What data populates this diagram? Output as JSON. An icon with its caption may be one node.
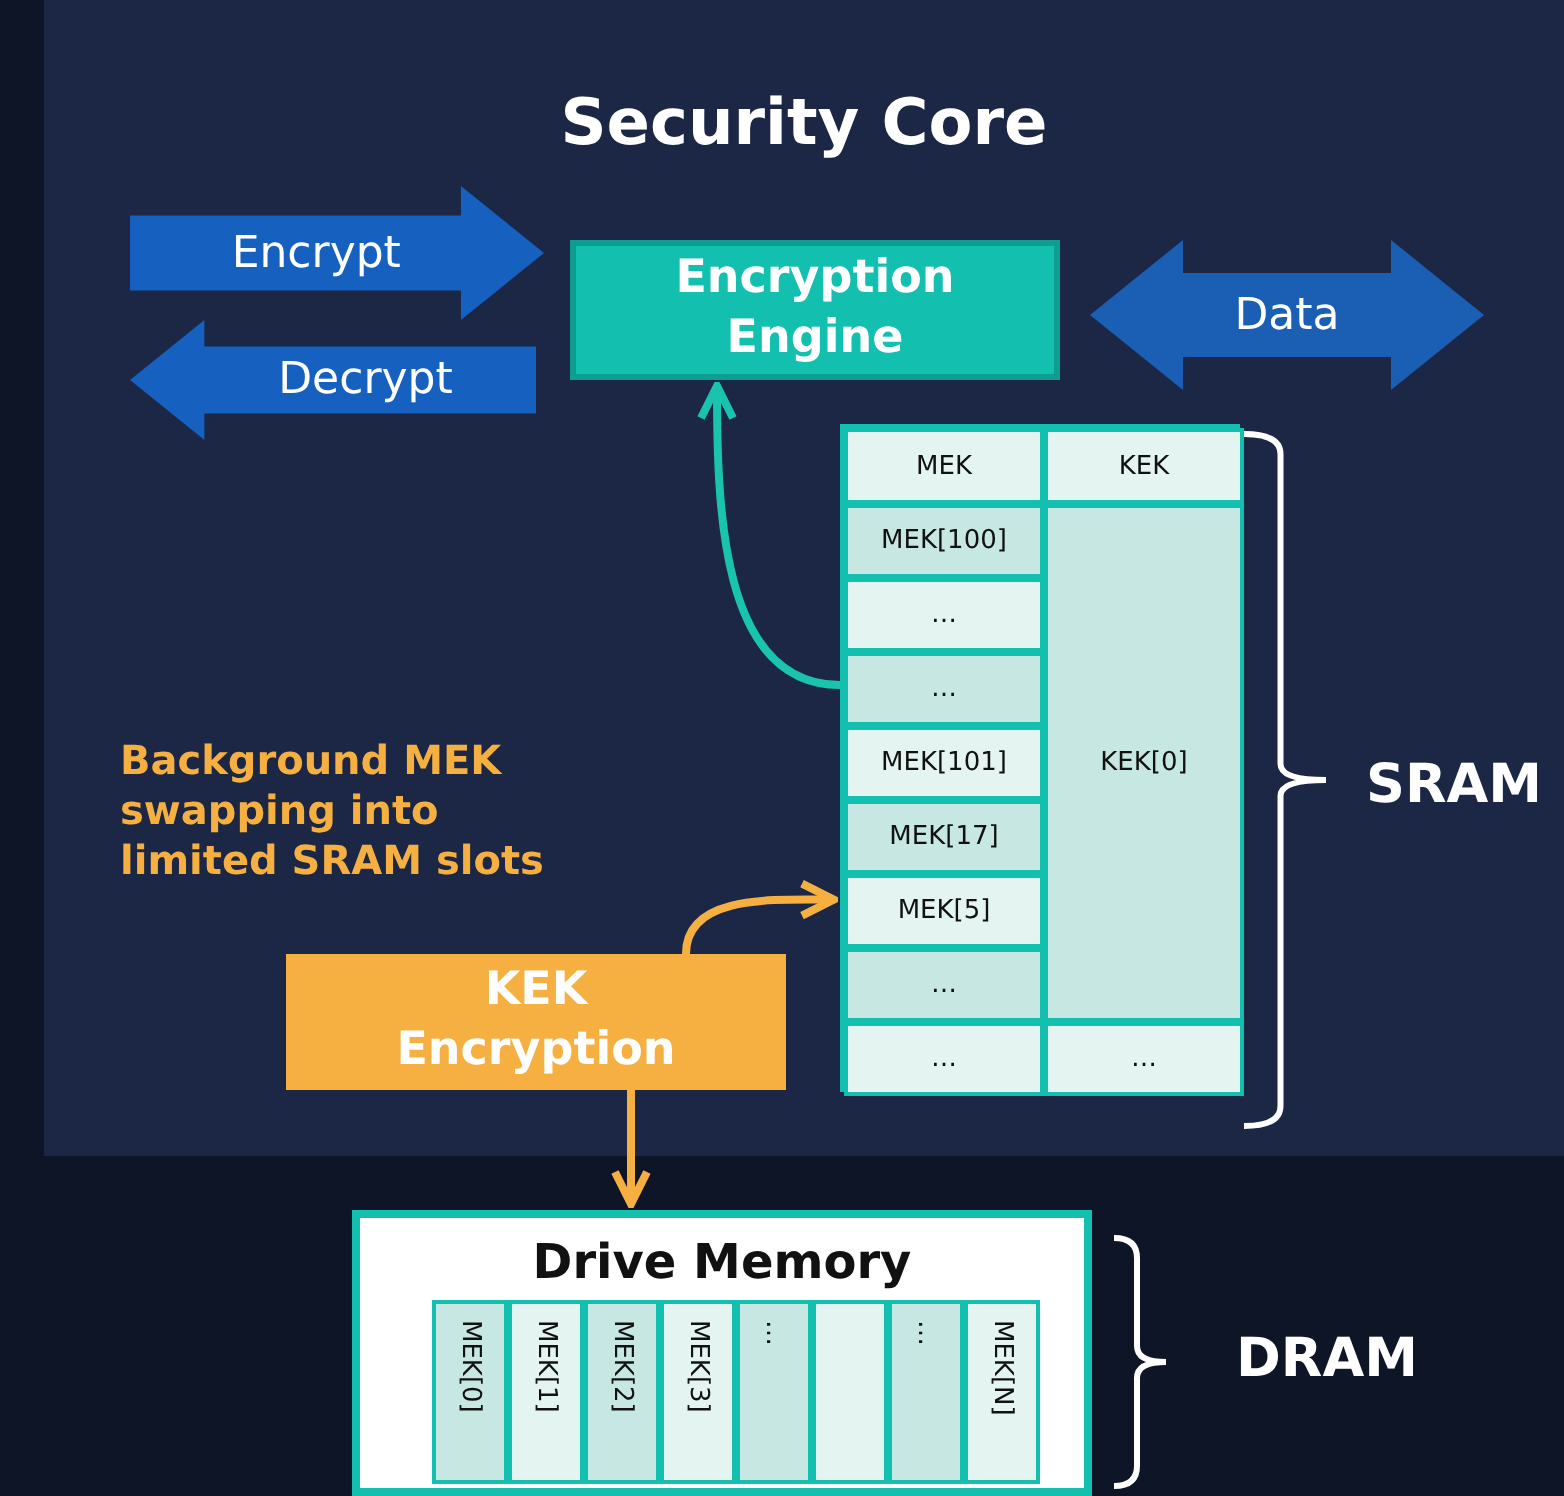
{
  "diagram": {
    "nodes": [
      {
        "text": [
          "Security Core"
        ]
      },
      {
        "text": [
          "Encrypt"
        ],
        "in": 0
      },
      {
        "text": [
          "Decrypt"
        ],
        "in": 0
      },
      {
        "text": [
          "Encryption Engine"
        ],
        "in": 0
      },
      {
        "text": [
          "Data"
        ],
        "in": 0
      },
      {
        "text": [],
        "shape": "box",
        "in": 0,
        "beside": [
          "SRAM"
        ]
      },
      {
        "text": [
          "MEK"
        ],
        "in": 5
      },
      {
        "text": [
          "KEK"
        ],
        "in": 5
      },
      {
        "text": [
          "MEK[100]"
        ],
        "in": 5
      },
      {
        "text": [
          "KEK[0]"
        ],
        "in": 5
      },
      {
        "text": [
          "…"
        ],
        "in": 5
      },
      {
        "text": [
          "…"
        ],
        "in": 5
      },
      {
        "text": [
          "MEK[101]"
        ],
        "in": 5
      },
      {
        "text": [
          "MEK[17]"
        ],
        "in": 5
      },
      {
        "text": [
          "MEK[5]"
        ],
        "in": 5
      },
      {
        "text": [
          "…"
        ],
        "in": 5
      },
      {
        "text": [
          "…"
        ],
        "in": 5
      },
      {
        "text": [
          "…"
        ],
        "in": 5
      },
      {
        "text": [
          "KEK Encryption"
        ],
        "in": 0
      },
      {
        "text": [
          "Drive Memory"
        ],
        "beside": [
          "DRAM"
        ]
      },
      {
        "text": [
          "MEK[0]"
        ],
        "in": 19
      },
      {
        "text": [
          "MEK[1]"
        ],
        "in": 19
      },
      {
        "text": [
          "MEK[2]"
        ],
        "in": 19
      },
      {
        "text": [
          "MEK[3]"
        ],
        "in": 19
      },
      {
        "text": [
          "…"
        ],
        "in": 19
      },
      {
        "text": [],
        "shape": "box",
        "in": 19
      },
      {
        "text": [
          "…"
        ],
        "in": 19
      },
      {
        "text": [
          "MEK[N]"
        ],
        "in": 19
      }
    ],
    "edges": [
      {
        "from": 11,
        "to": 3,
        "arrow": "to",
        "color": "#19c3ad"
      },
      {
        "from": 18,
        "to": 14,
        "arrow": "to",
        "color": "#f5b041"
      },
      {
        "from": 18,
        "to": 19,
        "arrow": "to",
        "color": "#f5b041"
      }
    ],
    "labels": [
      "Background MEK swapping into limited SRAM slots"
    ]
  }
}
